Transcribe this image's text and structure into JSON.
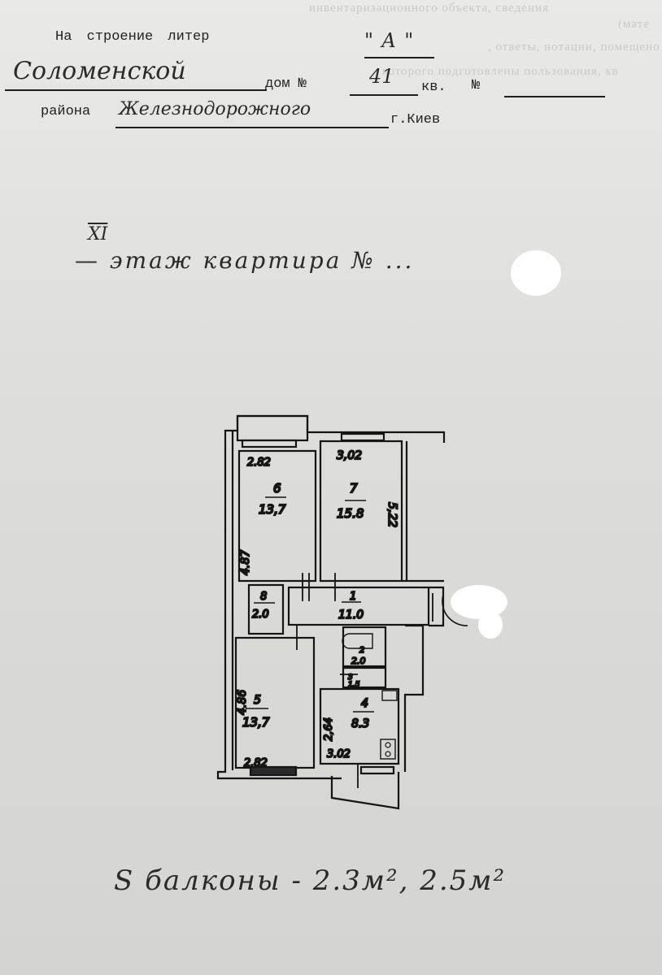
{
  "form": {
    "line1_label": "На строение литер",
    "liter_value": "\"А\"",
    "street_value": "Соломенской",
    "house_label": "дом №",
    "house_value": "41",
    "apt_label": "кв.",
    "apt_no_label": "№",
    "apt_value": "",
    "district_label": "района",
    "district_value": "Железнодорожного",
    "city_label": "г.Киев"
  },
  "floor_note": {
    "floor_numeral": "XI",
    "text": "— этаж квартира № ..."
  },
  "floor_plan": {
    "rooms": [
      {
        "id": "1",
        "area": "11,0",
        "type": "corridor"
      },
      {
        "id": "2",
        "area": "2,0",
        "type": "bathroom"
      },
      {
        "id": "3",
        "area": "1,5",
        "type": "toilet"
      },
      {
        "id": "4",
        "area": "8,3",
        "type": "kitchen"
      },
      {
        "id": "5",
        "area": "13,7",
        "type": "room"
      },
      {
        "id": "6",
        "area": "13,7",
        "type": "room"
      },
      {
        "id": "7",
        "area": "15.8",
        "type": "room"
      },
      {
        "id": "8",
        "area": "2,0",
        "type": "storage"
      }
    ],
    "dimensions": {
      "room6_width": "2.82",
      "room6_length": "4.87",
      "room7_width": "3,02",
      "room7_length": "5,22",
      "room5_width": "2.82",
      "room5_length": "4.86",
      "room4_width": "3.02",
      "room4_length": "2,64"
    }
  },
  "balcony_note": "S балконы - 2.3м², 2.5м²",
  "colors": {
    "paper": "#dcdcda",
    "ink": "#1b1b1b",
    "redaction": "#ffffff"
  }
}
